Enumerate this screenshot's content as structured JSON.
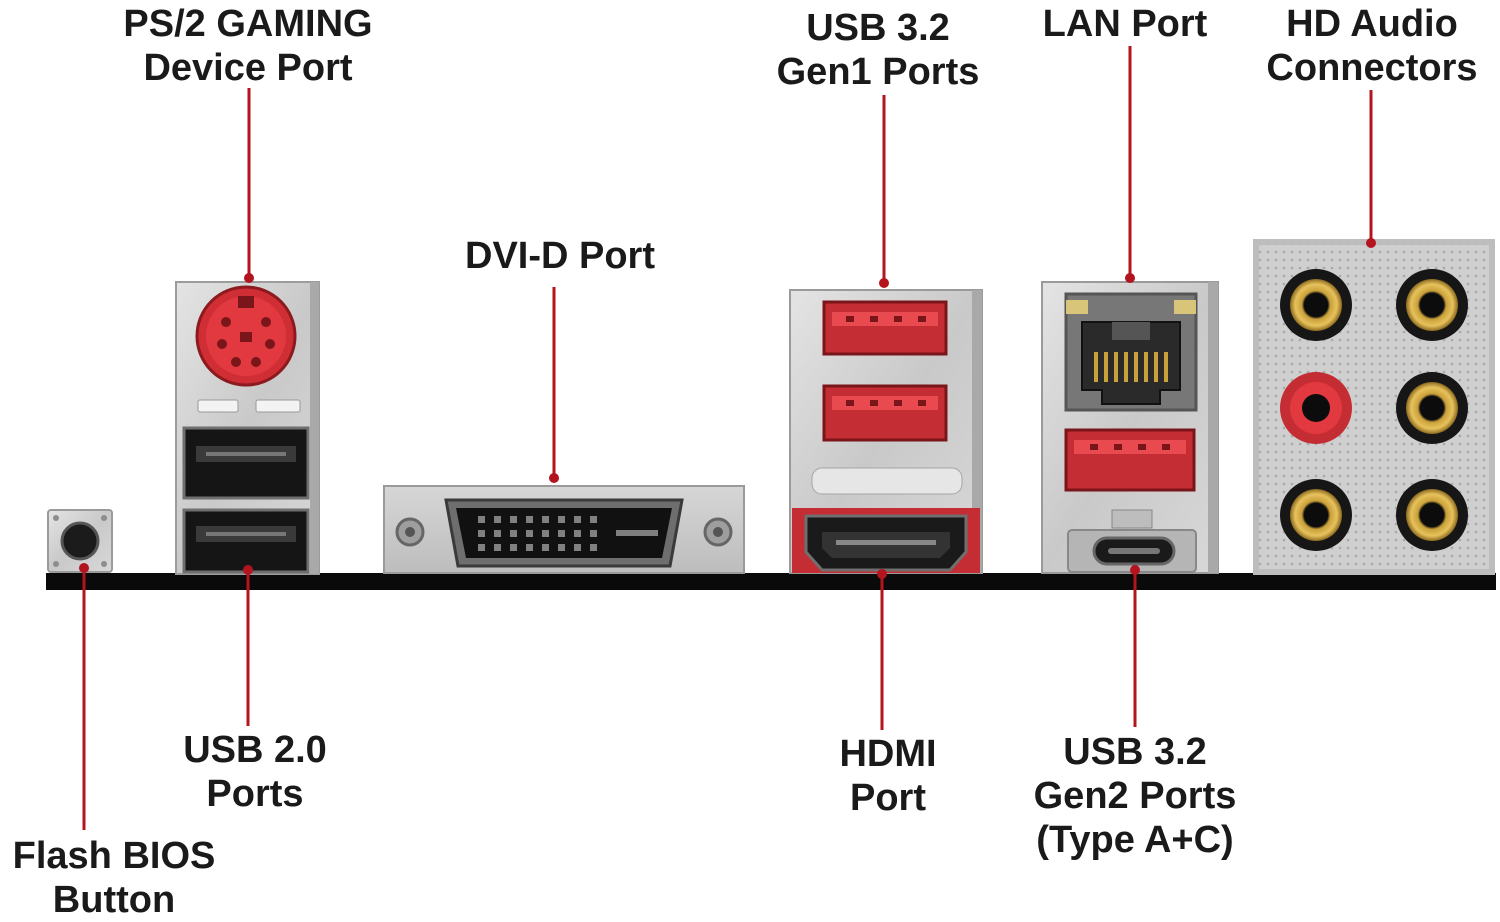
{
  "accent_color": "#b3141e",
  "port_red": "#e2383f",
  "board_color": "#0a0a0a",
  "labels": {
    "ps2": [
      "PS/2 GAMING",
      "Device Port"
    ],
    "dvi": [
      "DVI-D Port"
    ],
    "usb32gen1": [
      "USB 3.2",
      "Gen1 Ports"
    ],
    "lan": [
      "LAN Port"
    ],
    "hdaudio": [
      "HD Audio",
      "Connectors"
    ],
    "usb20": [
      "USB 2.0",
      "Ports"
    ],
    "flashbios": [
      "Flash BIOS",
      "Button"
    ],
    "hdmi": [
      "HDMI",
      "Port"
    ],
    "usb32gen2": [
      "USB 3.2",
      "Gen2 Ports",
      "(Type A+C)"
    ]
  }
}
